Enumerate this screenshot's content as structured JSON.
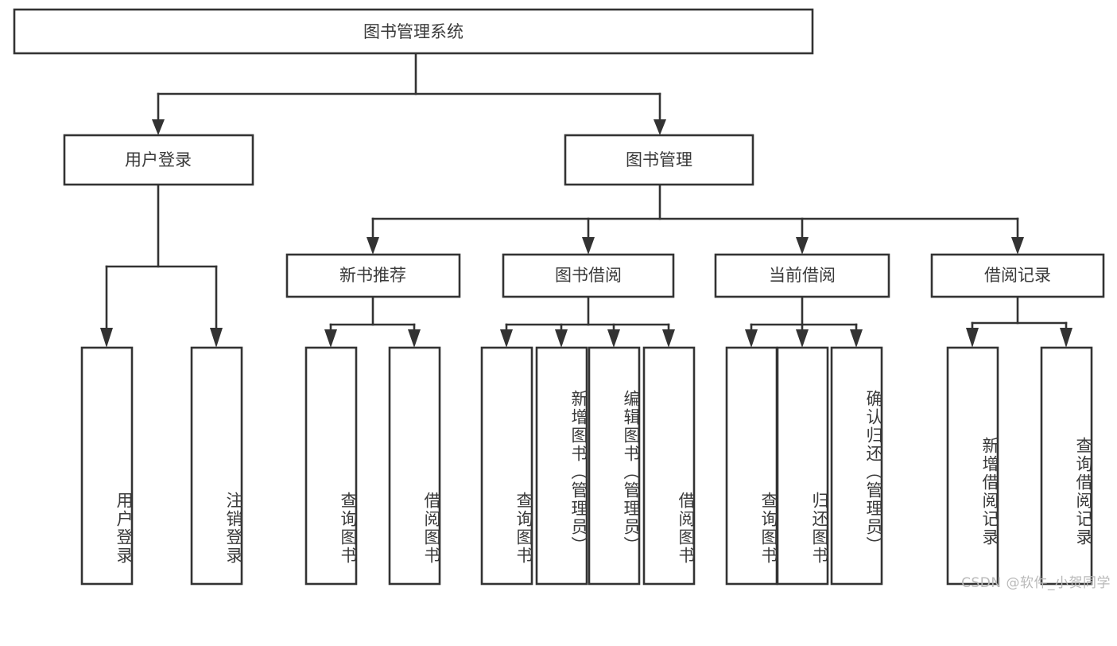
{
  "diagram": {
    "type": "tree",
    "title": "图书管理系统",
    "root": {
      "label": "图书管理系统"
    },
    "level2": [
      {
        "label": "用户登录"
      },
      {
        "label": "图书管理"
      }
    ],
    "level3": [
      {
        "label": "新书推荐"
      },
      {
        "label": "图书借阅"
      },
      {
        "label": "当前借阅"
      },
      {
        "label": "借阅记录"
      }
    ],
    "leaves": {
      "user_login": [
        {
          "label": "用户登录"
        },
        {
          "label": "注销登录"
        }
      ],
      "new_book_recommend": [
        {
          "label": "查询图书"
        },
        {
          "label": "借阅图书"
        }
      ],
      "book_borrow": [
        {
          "label": "查询图书"
        },
        {
          "label": "新增图书（管理员）"
        },
        {
          "label": "编辑图书（管理员）"
        },
        {
          "label": "借阅图书"
        }
      ],
      "current_borrow": [
        {
          "label": "查询图书"
        },
        {
          "label": "归还图书"
        },
        {
          "label": "确认归还（管理员）"
        }
      ],
      "borrow_record": [
        {
          "label": "新增借阅记录"
        },
        {
          "label": "查询借阅记录"
        }
      ]
    }
  },
  "watermark": {
    "text": "CSDN @软件_小贺同学"
  },
  "colors": {
    "box_stroke": "#333333",
    "box_fill": "#ffffff",
    "text": "#3a3a3a",
    "watermark": "#b9b9b9",
    "background": "#ffffff"
  }
}
